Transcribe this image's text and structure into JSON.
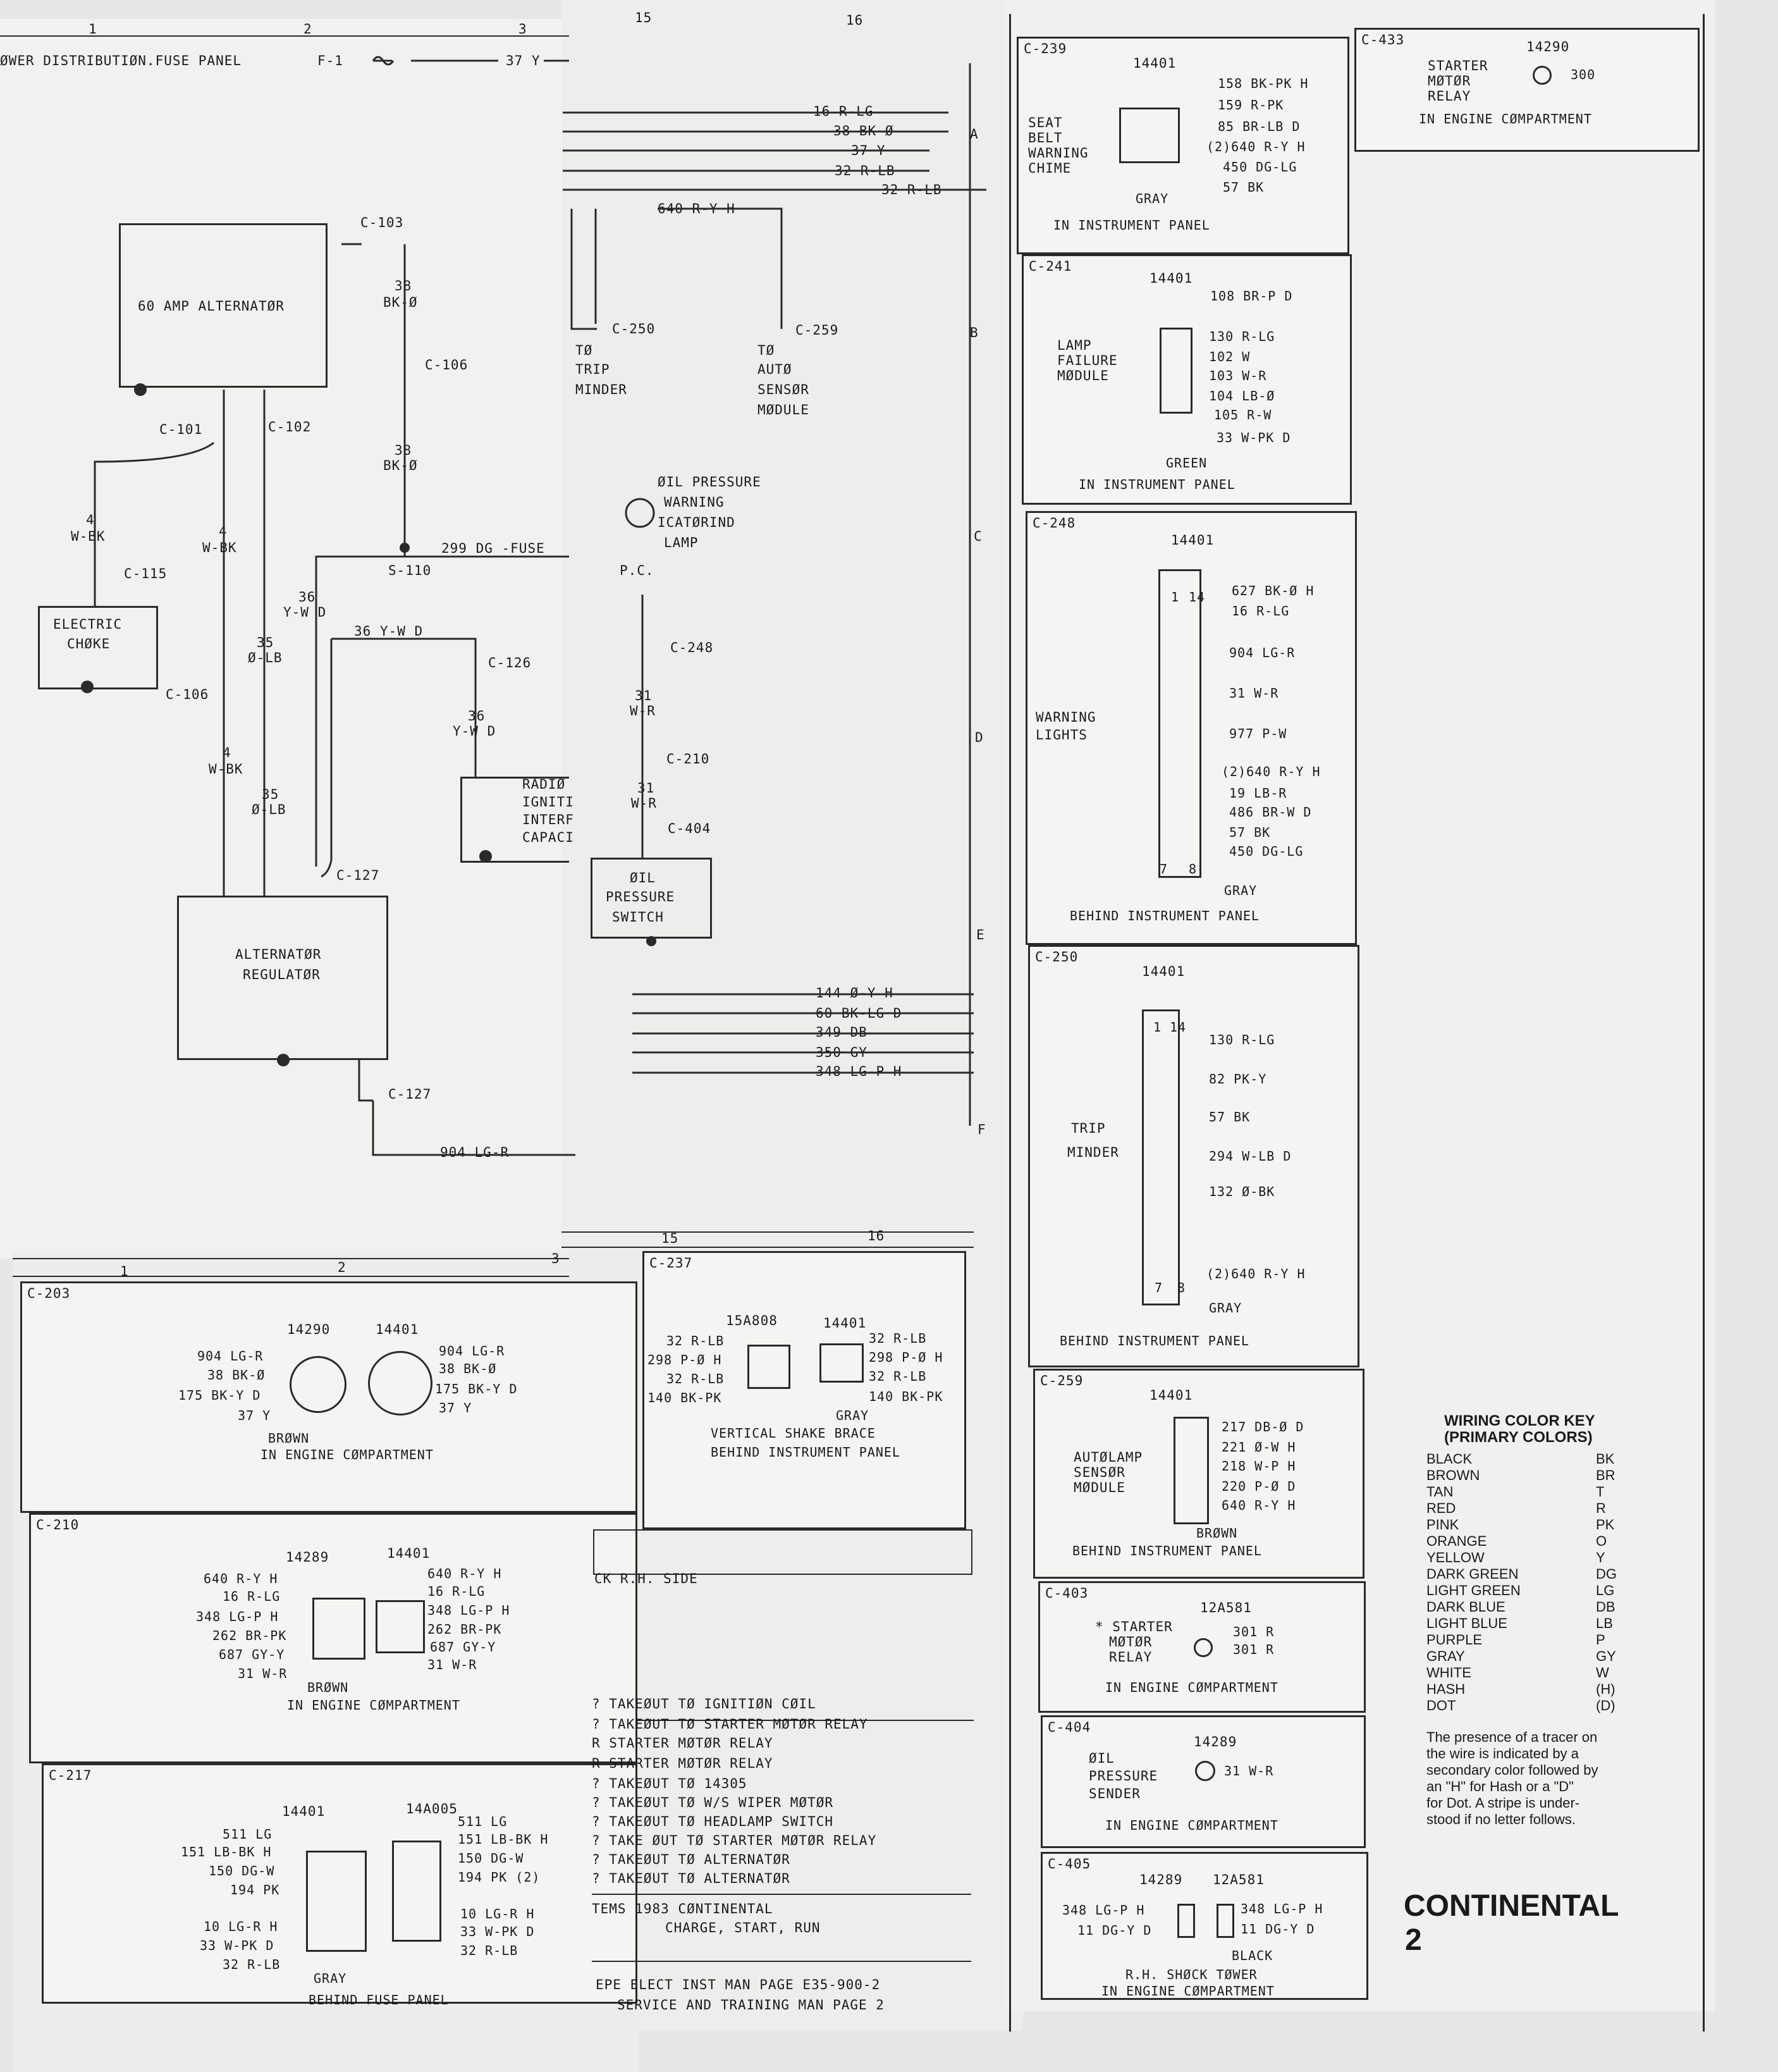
{
  "left_page": {
    "columns": [
      "1",
      "2",
      "3"
    ],
    "header_fuse_panel": "ØWER DISTRIBUTIØN.FUSE PANEL",
    "fuse": "F-1",
    "fuse_wire": "37 Y",
    "alternator": "60 AMP ALTERNATØR",
    "c103": "C-103",
    "w38_top": [
      "38",
      "BK-Ø"
    ],
    "c106a": "C-106",
    "w38_bot": [
      "38",
      "BK-Ø"
    ],
    "c101": "C-101",
    "c102": "C-102",
    "w4a": [
      "4",
      "W-BK"
    ],
    "w4b": [
      "4",
      "W-BK"
    ],
    "c115": "C-115",
    "splice": "299 DG -FUSE",
    "s110": "S-110",
    "w36a": [
      "36",
      "Y-W D"
    ],
    "w36b": "36 Y-W D",
    "c126": "C-126",
    "w36c": [
      "36",
      "Y-W D"
    ],
    "choke": [
      "ELECTRIC",
      "CHØKE"
    ],
    "c106b": "C-106",
    "w35a": [
      "35",
      "Ø-LB"
    ],
    "w4c": [
      "4",
      "W-BK"
    ],
    "w35b": [
      "35",
      "Ø-LB"
    ],
    "radio": [
      "RADIØ",
      "IGNITI",
      "INTERF",
      "CAPACI"
    ],
    "c127a": "C-127",
    "regulator": [
      "ALTERNATØR",
      "REGULATØR"
    ],
    "c127b": "C-127",
    "w904": "904 LG-R"
  },
  "middle_page": {
    "columns": [
      "15",
      "16"
    ],
    "wires_top": [
      "16 R-LG",
      "38 BK-Ø",
      "37 Y",
      "32 R-LB",
      "32 R-LB"
    ],
    "w640": "640 R-Y H",
    "c250": "C-250",
    "c259": "C-259",
    "to_trip": [
      "TØ",
      "TRIP",
      "MINDER"
    ],
    "to_auto": [
      "TØ",
      "AUTØ",
      "SENSØR",
      "MØDULE"
    ],
    "oil_lamp": [
      "ØIL PRESSURE",
      "WARNING",
      "ICATØRIND",
      "LAMP"
    ],
    "pc": "P.C.",
    "c248": "C-248",
    "w31a": [
      "31",
      "W-R"
    ],
    "c210": "C-210",
    "w31b": [
      "31",
      "W-R"
    ],
    "c404": "C-404",
    "oil_switch": [
      "ØIL",
      "PRESSURE",
      "SWITCH"
    ],
    "wires_bottom": [
      "144 Ø-Y H",
      "60 BK-LG D",
      "349 DB",
      "350 GY",
      "348 LG-P H"
    ],
    "row_letters": [
      "A",
      "B",
      "C",
      "D",
      "E",
      "F"
    ]
  },
  "lower_left": {
    "columns": [
      "1",
      "2",
      "3"
    ],
    "c203": {
      "title": "C-203",
      "p1": "14290",
      "p2": "14401",
      "left": [
        "904 LG-R",
        "38 BK-Ø",
        "175 BK-Y D",
        "37 Y"
      ],
      "right": [
        "904 LG-R",
        "38 BK-Ø",
        "175 BK-Y D",
        "37 Y"
      ],
      "color": "BRØWN",
      "loc": "IN ENGINE CØMPARTMENT"
    },
    "c210": {
      "title": "C-210",
      "p1": "14289",
      "p2": "14401",
      "left": [
        "640 R-Y H",
        "16 R-LG",
        "348 LG-P H",
        "262 BR-PK",
        "687 GY-Y",
        "31 W-R"
      ],
      "right": [
        "640 R-Y H",
        "16 R-LG",
        "348 LG-P H",
        "262 BR-PK",
        "687 GY-Y",
        "31 W-R"
      ],
      "color": "BRØWN",
      "loc": "IN ENGINE CØMPARTMENT"
    },
    "c217": {
      "title": "C-217",
      "p1": "14401",
      "p2": "14A005",
      "left": [
        "511 LG",
        "151 LB-BK H",
        "150 DG-W",
        "194 PK",
        "10 LG-R H",
        "33 W-PK D",
        "32 R-LB"
      ],
      "right": [
        "511 LG",
        "151 LB-BK H",
        "150 DG-W",
        "194 PK (2)",
        "10 LG-R H",
        "33 W-PK D",
        "32 R-LB"
      ],
      "color": "GRAY",
      "loc": "BEHIND FUSE PANEL"
    }
  },
  "lower_middle": {
    "columns": [
      "15",
      "16"
    ],
    "c237": {
      "title": "C-237",
      "p1": "15A808",
      "p2": "14401",
      "left": [
        "32 R-LB",
        "298 P-Ø H",
        "32 R-LB",
        "140 BK-PK"
      ],
      "right": [
        "32 R-LB",
        "298 P-Ø H",
        "32 R-LB",
        "140 BK-PK"
      ],
      "color": "GRAY",
      "loc": [
        "VERTICAL SHAKE BRACE",
        "BEHIND INSTRUMENT PANEL"
      ]
    },
    "rh_side": "CK R.H. SIDE",
    "notes": [
      "? TAKEØUT TØ IGNITIØN CØIL",
      "? TAKEØUT TØ STARTER MØTØR RELAY",
      "R  STARTER MØTØR RELAY",
      "R STARTER MØTØR RELAY",
      "? TAKEØUT TØ 14305",
      "? TAKEØUT TØ W/S WIPER MØTØR",
      "? TAKEØUT TØ HEADLAMP SWITCH",
      "? TAKE ØUT TØ STARTER MØTØR RELAY",
      "? TAKEØUT TØ ALTERNATØR",
      "? TAKEØUT TØ ALTERNATØR"
    ],
    "system": [
      "TEMS 1983 CØNTINENTAL",
      "CHARGE, START, RUN"
    ],
    "manual": [
      "EPE ELECT INST MAN PAGE E35-900-2",
      "SERVICE AND TRAINING MAN PAGE 2"
    ]
  },
  "right_page": {
    "c239": {
      "title": "C-239",
      "part": "14401",
      "label": [
        "SEAT",
        "BELT",
        "WARNING",
        "CHIME"
      ],
      "pins": [
        "158 BK-PK H",
        "159 R-PK",
        "85 BR-LB D",
        "(2)640 R-Y H",
        "450 DG-LG",
        "57 BK"
      ],
      "color": "GRAY",
      "loc": "IN INSTRUMENT PANEL"
    },
    "c433": {
      "title": "C-433",
      "part": "14290",
      "label": [
        "STARTER",
        "MØTØR",
        "RELAY"
      ],
      "pin": "300",
      "loc": "IN ENGINE CØMPARTMENT"
    },
    "c241": {
      "title": "C-241",
      "part": "14401",
      "label": [
        "LAMP",
        "FAILURE",
        "MØDULE"
      ],
      "pins": [
        "108 BR-P D",
        "130 R-LG",
        "102 W",
        "103 W-R",
        "104 LB-Ø",
        "105 R-W",
        "33 W-PK D"
      ],
      "color": "GREEN",
      "loc": "IN INSTRUMENT PANEL"
    },
    "c248": {
      "title": "C-248",
      "part": "14401",
      "label": [
        "WARNING",
        "LIGHTS"
      ],
      "pins": [
        "627 BK-Ø H",
        "16 R-LG",
        "904 LG-R",
        "31 W-R",
        "977 P-W",
        "(2)640 R-Y H",
        "19 LB-R",
        "486 BR-W D",
        "57 BK",
        "450 DG-LG"
      ],
      "nums": [
        "1",
        "14",
        "7",
        "8"
      ],
      "color": "GRAY",
      "loc": "BEHIND INSTRUMENT PANEL"
    },
    "c250": {
      "title": "C-250",
      "part": "14401",
      "label": [
        "TRIP",
        "MINDER"
      ],
      "pins": [
        "130 R-LG",
        "82 PK-Y",
        "57 BK",
        "294 W-LB D",
        "132 Ø-BK",
        "(2)640 R-Y H"
      ],
      "nums": [
        "1",
        "14",
        "7",
        "8"
      ],
      "color": "GRAY",
      "loc": "BEHIND INSTRUMENT PANEL"
    },
    "c259": {
      "title": "C-259",
      "part": "14401",
      "label": [
        "AUTØLAMP",
        "SENSØR",
        "MØDULE"
      ],
      "pins": [
        "217 DB-Ø D",
        "221 Ø-W H",
        "218 W-P H",
        "220 P-Ø D",
        "640 R-Y H"
      ],
      "color": "BRØWN",
      "loc": "BEHIND INSTRUMENT PANEL"
    },
    "c403": {
      "title": "C-403",
      "part": "12A581",
      "label": [
        "* STARTER",
        "MØTØR",
        "RELAY"
      ],
      "pins": [
        "301 R",
        "301 R"
      ],
      "loc": "IN ENGINE CØMPARTMENT"
    },
    "c404": {
      "title": "C-404",
      "part": "14289",
      "label": [
        "ØIL",
        "PRESSURE",
        "SENDER"
      ],
      "pin": "31 W-R",
      "loc": "IN ENGINE CØMPARTMENT"
    },
    "c405": {
      "title": "C-405",
      "p1": "14289",
      "p2": "12A581",
      "left": [
        "348 LG-P H",
        "11 DG-Y D"
      ],
      "right": [
        "348 LG-P H",
        "11 DG-Y D"
      ],
      "color": "BLACK",
      "loc": [
        "R.H. SHØCK TØWER",
        "IN ENGINE CØMPARTMENT"
      ]
    },
    "key": {
      "title": [
        "WIRING COLOR KEY",
        "(PRIMARY COLORS)"
      ],
      "rows": [
        [
          "BLACK",
          "BK"
        ],
        [
          "BROWN",
          "BR"
        ],
        [
          "TAN",
          "T"
        ],
        [
          "RED",
          "R"
        ],
        [
          "PINK",
          "PK"
        ],
        [
          "ORANGE",
          "O"
        ],
        [
          "YELLOW",
          "Y"
        ],
        [
          "DARK GREEN",
          "DG"
        ],
        [
          "LIGHT GREEN",
          "LG"
        ],
        [
          "DARK BLUE",
          "DB"
        ],
        [
          "LIGHT BLUE",
          "LB"
        ],
        [
          "PURPLE",
          "P"
        ],
        [
          "GRAY",
          "GY"
        ],
        [
          "WHITE",
          "W"
        ],
        [
          "HASH",
          "(H)"
        ],
        [
          "DOT",
          "(D)"
        ]
      ],
      "note": [
        "The presence of a tracer on",
        "the wire is indicated by a",
        "secondary color followed by",
        "an \"H\" for Hash or a \"D\"",
        "for Dot. A stripe is under-",
        "stood if no letter follows."
      ]
    },
    "brand": "CONTINENTAL",
    "page": "2"
  }
}
